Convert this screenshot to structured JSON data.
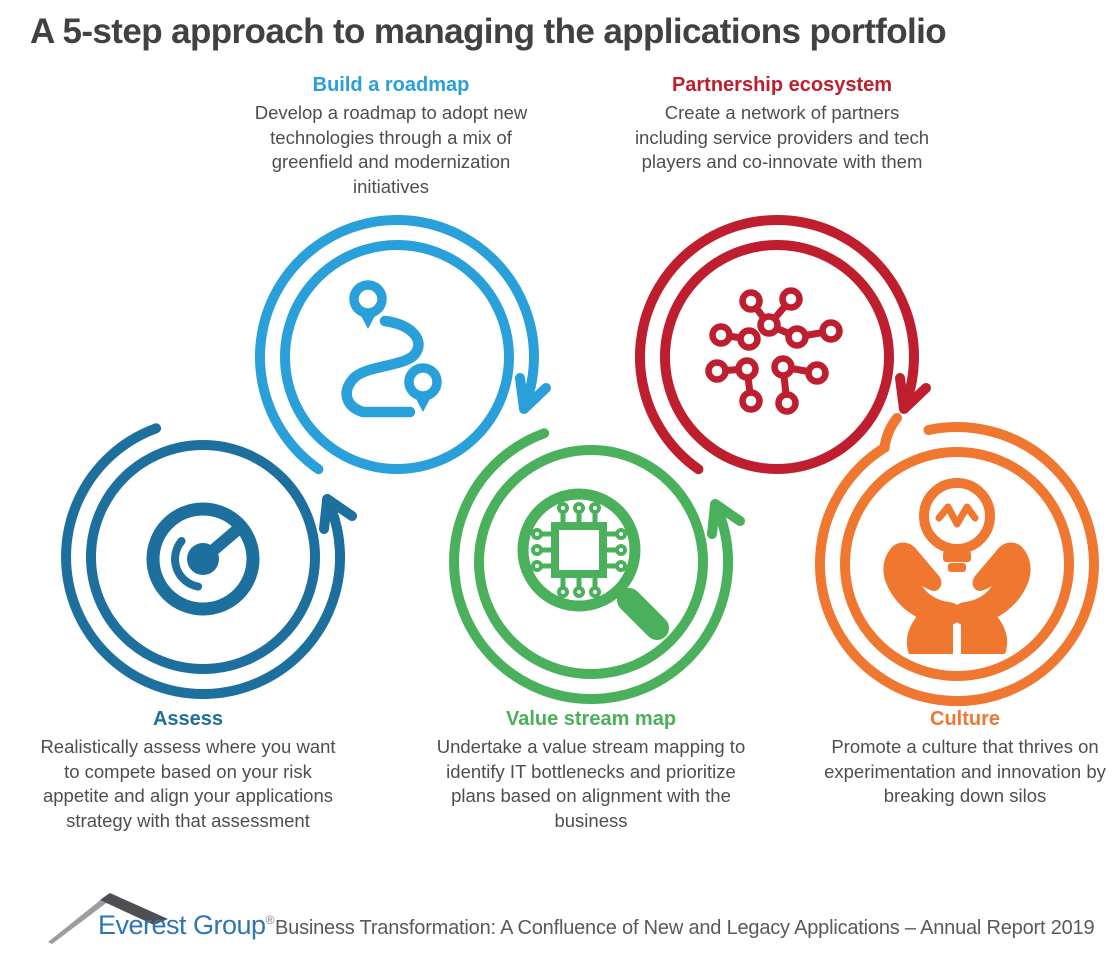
{
  "title": "A 5-step approach to managing the applications portfolio",
  "steps": [
    {
      "id": "assess",
      "label": "Assess",
      "description": "Realistically assess where you want to compete based on your risk appetite and align your applications strategy with that assessment",
      "color": "#1d6f9e",
      "icon": "gauge-icon",
      "arrow": "up-to-next-step"
    },
    {
      "id": "build-roadmap",
      "label": "Build a roadmap",
      "description": "Develop a roadmap to adopt new technologies through a mix of greenfield and modernization initiatives",
      "color": "#29a0da",
      "icon": "roadmap-pins-icon",
      "arrow": "down-to-next-step"
    },
    {
      "id": "value-stream-map",
      "label": "Value stream map",
      "description": "Undertake a value stream mapping to identify IT bottlenecks and prioritize plans based on alignment with the business",
      "color": "#4bb05b",
      "icon": "magnifier-chip-icon",
      "arrow": "up-to-next-step"
    },
    {
      "id": "partnership-ecosystem",
      "label": "Partnership ecosystem",
      "description": "Create a network of partners including service providers and tech players and co-innovate with them",
      "color": "#be1e2d",
      "icon": "network-nodes-icon",
      "arrow": "down-to-next-step"
    },
    {
      "id": "culture",
      "label": "Culture",
      "description": "Promote a culture that thrives on experimentation and innovation by breaking down silos",
      "color": "#f0772f",
      "icon": "hands-lightbulb-icon",
      "arrow": "none"
    }
  ],
  "footer": {
    "logo_text": "Everest Group",
    "registered_mark": "®",
    "report_title": "Business Transformation: A Confluence of New and Legacy Applications – Annual Report 2019"
  },
  "colors": {
    "title_text": "#414042",
    "body_text": "#4d4e50",
    "logo_blue": "#2f75b4",
    "logo_peak_dark": "#4d4f53",
    "logo_peak_light": "#9b9da1",
    "footer_text": "#58595b"
  }
}
